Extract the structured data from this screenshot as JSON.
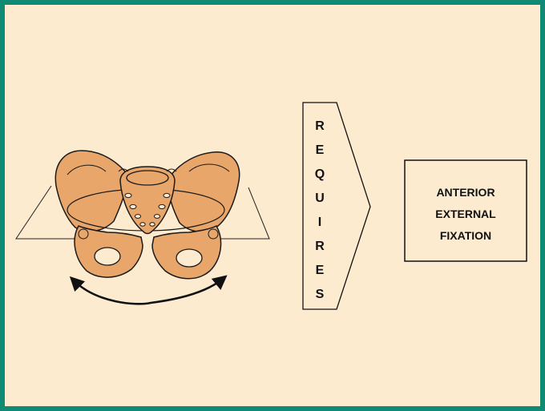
{
  "colors": {
    "border": "#0f8a74",
    "background": "#fdebd0",
    "bone": "#e8a66a",
    "bone_outline": "#1a1a1a"
  },
  "icons": {
    "pelvis": "pelvis-illustration-icon",
    "rotation": "curved-double-arrow-icon"
  },
  "arrow_word": [
    "R",
    "E",
    "Q",
    "U",
    "I",
    "R",
    "E",
    "S"
  ],
  "box_lines": [
    "ANTERIOR",
    "EXTERNAL",
    "FIXATION"
  ]
}
